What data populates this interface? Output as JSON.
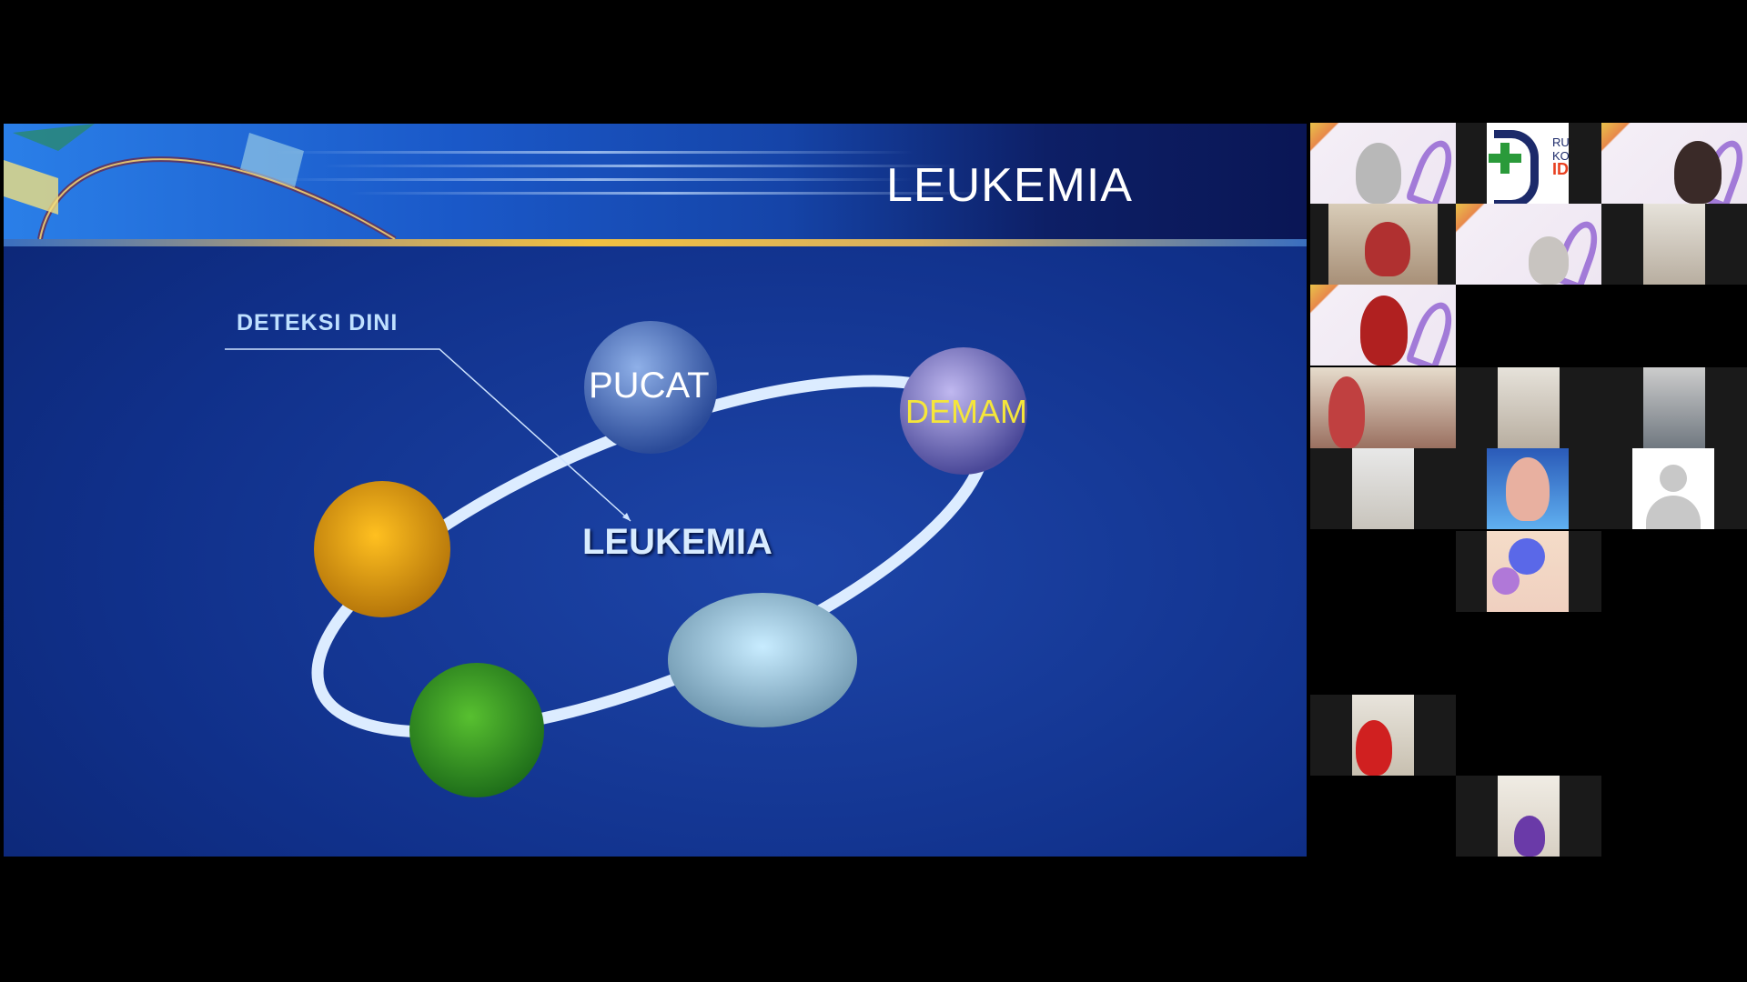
{
  "slide": {
    "title": "LEUKEMIA",
    "annotation": "DETEKSI DINI",
    "center_label": "LEUKEMIA",
    "spheres": [
      {
        "label": "PUCAT",
        "color": "#4f78c8",
        "text_color": "#ffffff"
      },
      {
        "label": "DEMAM",
        "color": "#8a86c8",
        "text_color": "#f5e63a"
      },
      {
        "label": "",
        "color": "#f0a820"
      },
      {
        "label": "",
        "color": "#3aa028"
      },
      {
        "label": "",
        "color": "#a8d4f0"
      }
    ]
  },
  "participants": {
    "logo_text": [
      "RU",
      "KO",
      "ID"
    ],
    "tile_count": 16
  }
}
